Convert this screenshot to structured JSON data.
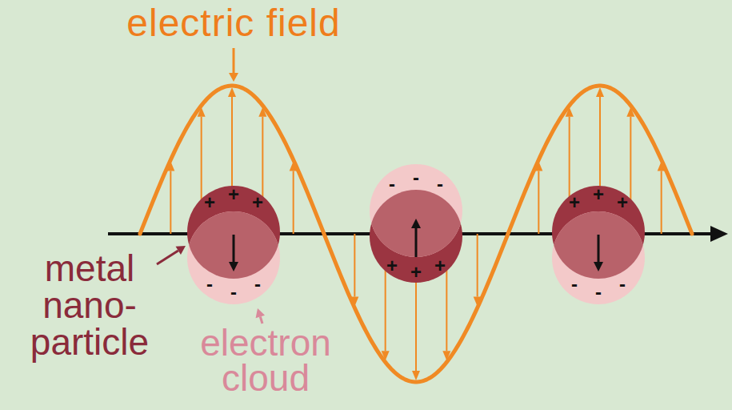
{
  "diagram": {
    "nodes": [
      {
        "text": [
          "+",
          "+",
          "+",
          "-",
          "-",
          "-"
        ]
      },
      {
        "text": [
          "-",
          "-",
          "-",
          "+",
          "+",
          "+"
        ]
      },
      {
        "text": [
          "+",
          "+",
          "+",
          "-",
          "-",
          "-"
        ]
      }
    ],
    "labels": [
      "electric field",
      "metal nano- particle",
      "electron cloud"
    ]
  }
}
